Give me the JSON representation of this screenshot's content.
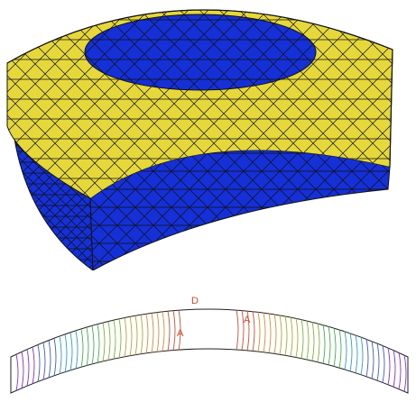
{
  "figure": {
    "top": {
      "colors": {
        "face": "#e6d83a",
        "band": "#1430d6",
        "edge": "#111111"
      }
    },
    "bottom": {
      "colors": {
        "outline": "#222222",
        "contours_left": [
          "#8a2be2",
          "#3a5bd9",
          "#2aa0c8",
          "#3cb44b",
          "#7cb82f",
          "#b5a62b",
          "#e08a2b",
          "#d94a2b"
        ],
        "contours_right": [
          "#d94a2b",
          "#e08a2b",
          "#b5a62b",
          "#7cb82f",
          "#3cb44b",
          "#2aa0c8",
          "#3a5bd9",
          "#8a2be2"
        ]
      },
      "labels": {
        "center_top": "D",
        "center_mid": "A",
        "right_mid": "A"
      }
    }
  }
}
